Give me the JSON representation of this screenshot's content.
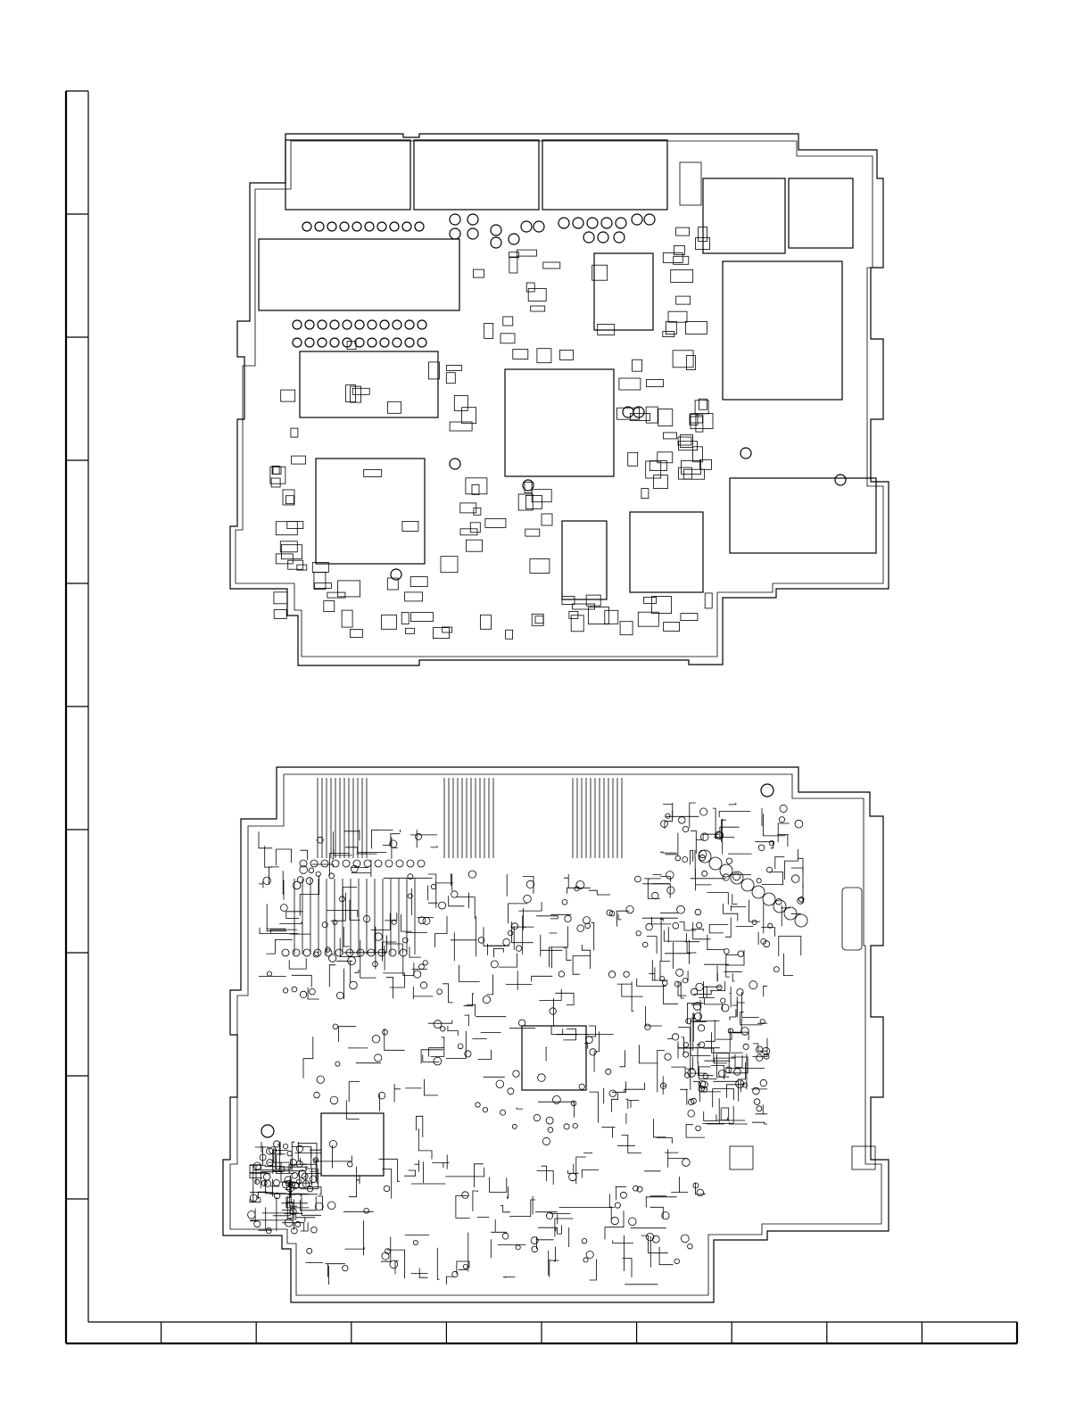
{
  "page": {
    "title": "",
    "background": "#ffffff",
    "line_color": "#000000"
  },
  "grid_frame": {
    "rows": 10,
    "columns": 10,
    "row_labels": [],
    "column_labels": []
  },
  "diagrams": [
    {
      "id": "component-side",
      "description_visible": ""
    },
    {
      "id": "solder-side",
      "description_visible": ""
    }
  ]
}
